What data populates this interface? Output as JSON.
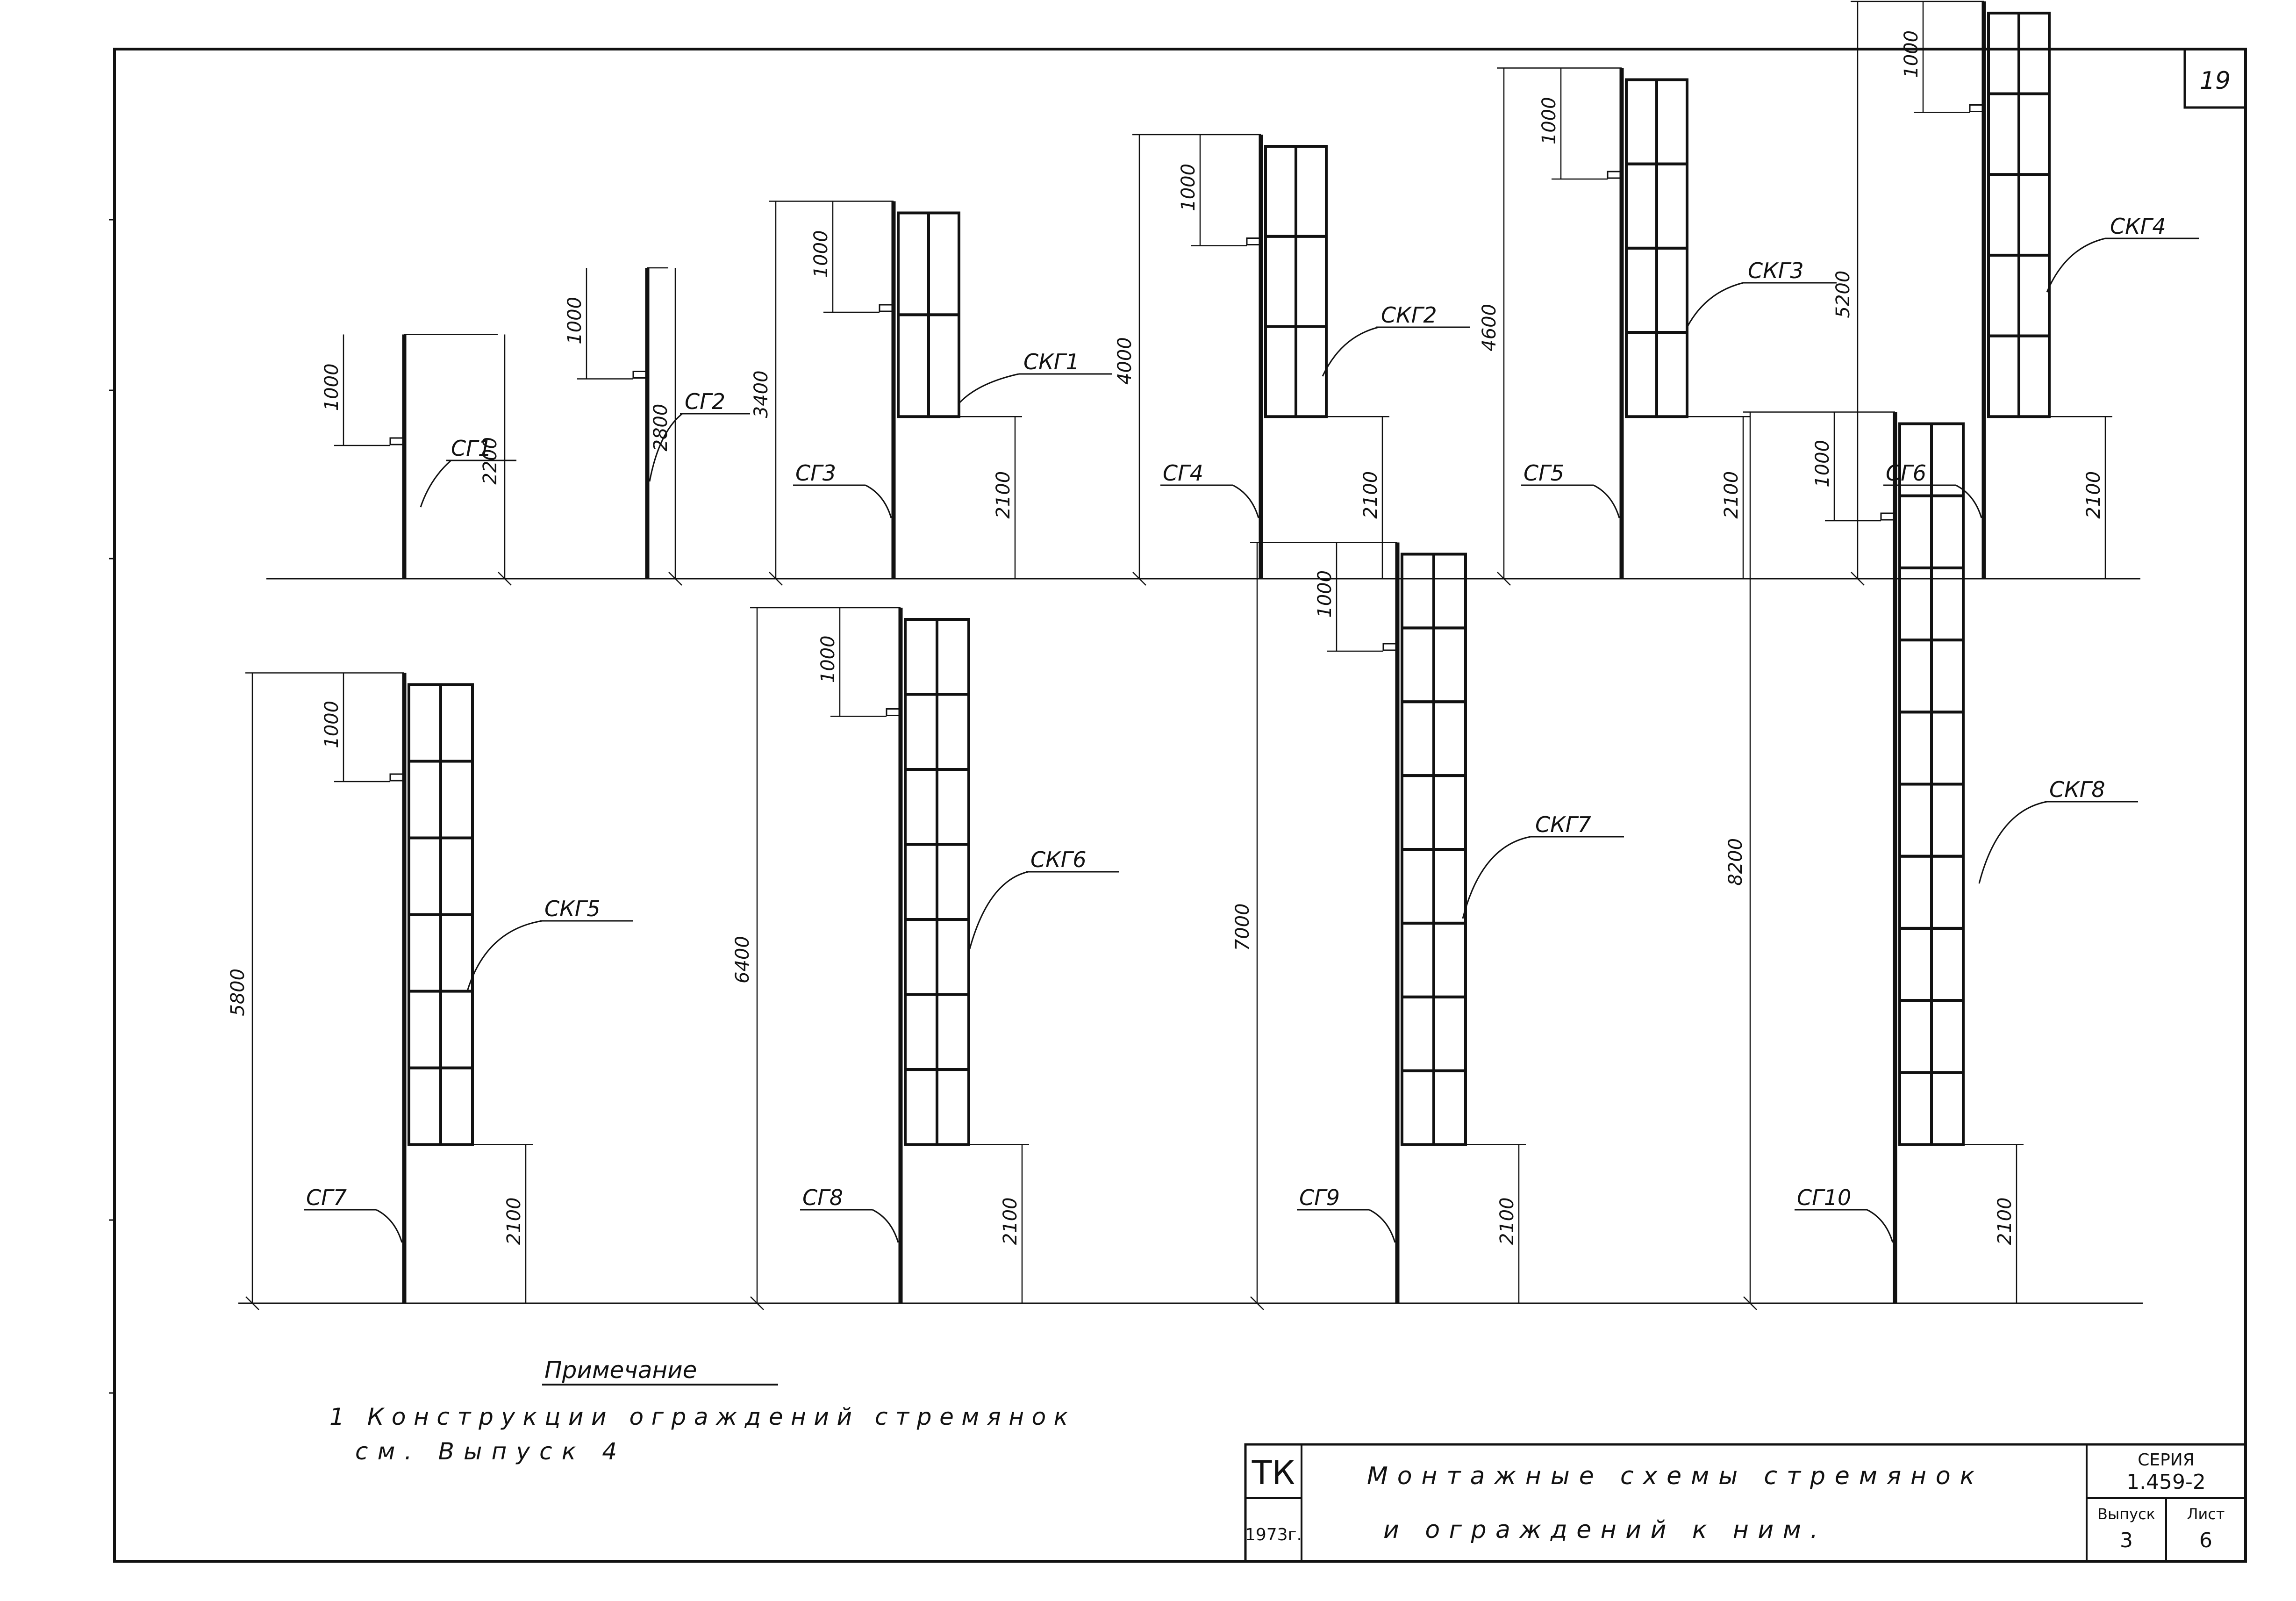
{
  "sheet": {
    "page_number": "19"
  },
  "top_row": [
    {
      "ladder": "СГ1",
      "height": "2200",
      "rail": "1000",
      "cage": "",
      "cage_clear": "",
      "cage_rows": 0
    },
    {
      "ladder": "СГ2",
      "height": "2800",
      "rail": "1000",
      "cage": "",
      "cage_clear": "",
      "cage_rows": 0
    },
    {
      "ladder": "СГ3",
      "height": "3400",
      "rail": "1000",
      "cage": "СКГ1",
      "cage_clear": "2100",
      "cage_rows": 2
    },
    {
      "ladder": "СГ4",
      "height": "4000",
      "rail": "1000",
      "cage": "СКГ2",
      "cage_clear": "2100",
      "cage_rows": 3
    },
    {
      "ladder": "СГ5",
      "height": "4600",
      "rail": "1000",
      "cage": "СКГ3",
      "cage_clear": "2100",
      "cage_rows": 4
    },
    {
      "ladder": "СГ6",
      "height": "5200",
      "rail": "1000",
      "cage": "СКГ4",
      "cage_clear": "2100",
      "cage_rows": 5
    }
  ],
  "bottom_row": [
    {
      "ladder": "СГ7",
      "height": "5800",
      "rail": "1000",
      "cage": "СКГ5",
      "cage_clear": "2100",
      "cage_rows": 6
    },
    {
      "ladder": "СГ8",
      "height": "6400",
      "rail": "1000",
      "cage": "СКГ6",
      "cage_clear": "2100",
      "cage_rows": 7
    },
    {
      "ladder": "СГ9",
      "height": "7000",
      "rail": "1000",
      "cage": "СКГ7",
      "cage_clear": "2100",
      "cage_rows": 8
    },
    {
      "ladder": "СГ10",
      "height": "8200",
      "rail": "1000",
      "cage": "СКГ8",
      "cage_clear": "2100",
      "cage_rows": 10
    }
  ],
  "note": {
    "title": "Примечание",
    "line1": "1 Конструкции ограждений стремянок",
    "line2": "см. Выпуск 4"
  },
  "title_block": {
    "org": "ТК",
    "year": "1973г.",
    "title_line1": "Монтажные схемы стремянок",
    "title_line2": "и ограждений к ним.",
    "series_label": "СЕРИЯ",
    "series_value": "1.459-2",
    "issue_label": "Выпуск",
    "issue_value": "3",
    "sheet_label": "Лист",
    "sheet_value": "6"
  }
}
